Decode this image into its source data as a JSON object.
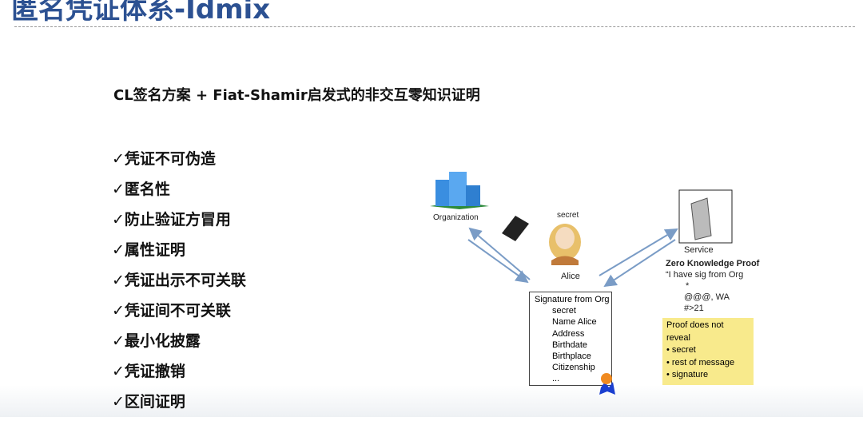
{
  "title": "匿名凭证体系-Idmix",
  "subtitle": "CL签名方案 + Fiat-Shamir启发式的非交互零知识证明",
  "features": [
    "✓凭证不可伪造",
    "✓匿名性",
    "✓防止验证方冒用",
    "✓属性证明",
    "✓凭证出示不可关联",
    "✓凭证间不可关联",
    "✓最小化披露",
    "✓凭证撤销",
    "✓区间证明"
  ],
  "diagram": {
    "organization": "Organization",
    "secret": "secret",
    "alice": "Alice",
    "service": "Service",
    "signature_box": {
      "title": "Signature from Org",
      "items": [
        "secret",
        "Name Alice",
        "Address",
        "Birthdate",
        "Birthplace",
        "Citizenship",
        "..."
      ]
    },
    "zkp_title": "Zero Knowledge Proof",
    "zkp_lines": [
      "“I have sig from Org",
      "*",
      "@@@, WA",
      "#>21"
    ],
    "note": {
      "title1": "Proof does not",
      "title2": "reveal",
      "items": [
        "• secret",
        "• rest of message",
        "• signature"
      ]
    }
  }
}
